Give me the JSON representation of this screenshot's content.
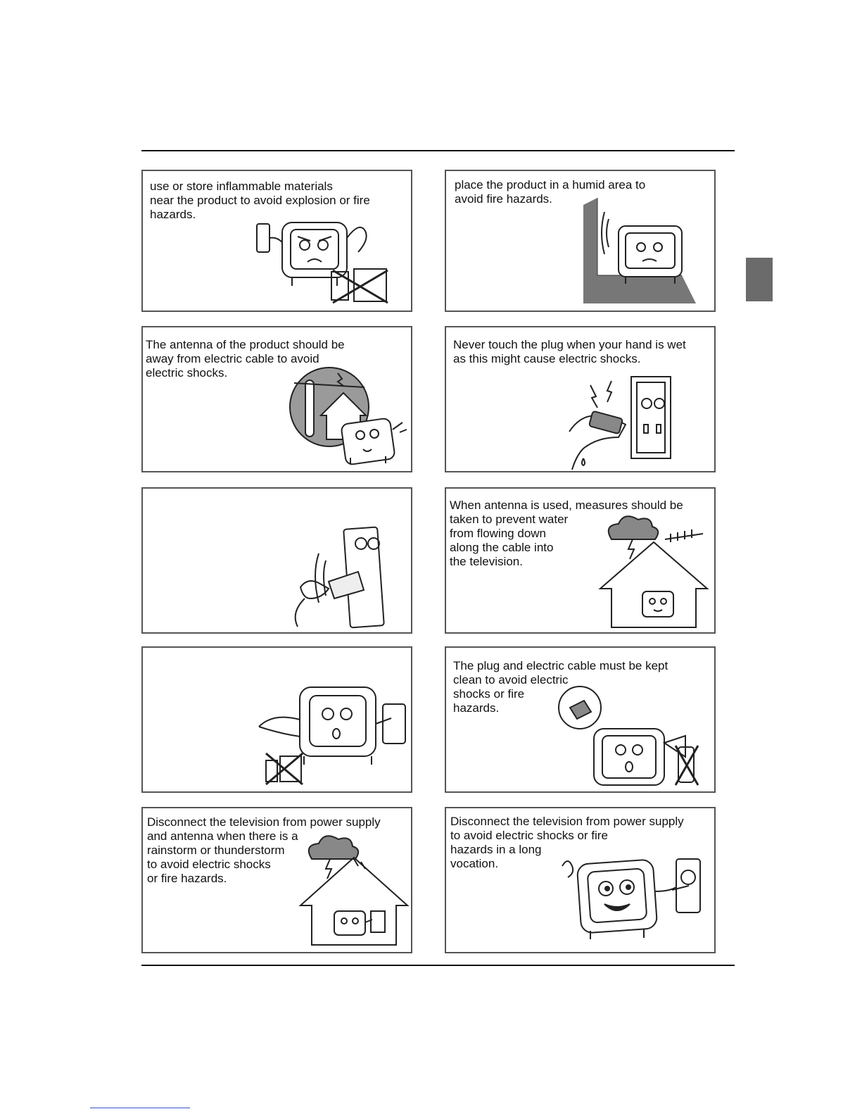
{
  "panels": [
    {
      "text": "        use or store inflammable materials\nnear the product to avoid explosion or fire\nhazards.",
      "icon": "tv-inflammable-icon"
    },
    {
      "text": "        place the product in a humid area to\navoid fire hazards.",
      "icon": "tv-humid-area-icon"
    },
    {
      "text": "The antenna of the product should be\n away from electric cable to avoid\nelectric shocks.",
      "icon": "antenna-cable-icon"
    },
    {
      "text": "Never touch the plug when your hand is wet\nas this might cause electric shocks.",
      "icon": "wet-hand-plug-icon"
    },
    {
      "text": "",
      "icon": "hand-plug-socket-icon"
    },
    {
      "text": "When antenna is used, measures should be\ntaken to prevent water\nfrom flowing down\nalong the cable into\nthe television.",
      "icon": "antenna-storm-house-icon"
    },
    {
      "text": "",
      "icon": "tv-unplug-icon"
    },
    {
      "text": "The plug and electric cable must be kept\nclean to avoid electric\nshocks or fire\nhazards.",
      "icon": "tv-clean-plug-icon"
    },
    {
      "text": "Disconnect the television from power supply\nand antenna when there is a\nrainstorm or thunderstorm\nto avoid electric shocks\nor fire hazards.",
      "icon": "thunderstorm-house-icon"
    },
    {
      "text": "Disconnect the television from power supply\nto avoid electric shocks or fire\n hazards in a long\nvocation.",
      "icon": "tv-disconnect-plug-icon"
    }
  ]
}
